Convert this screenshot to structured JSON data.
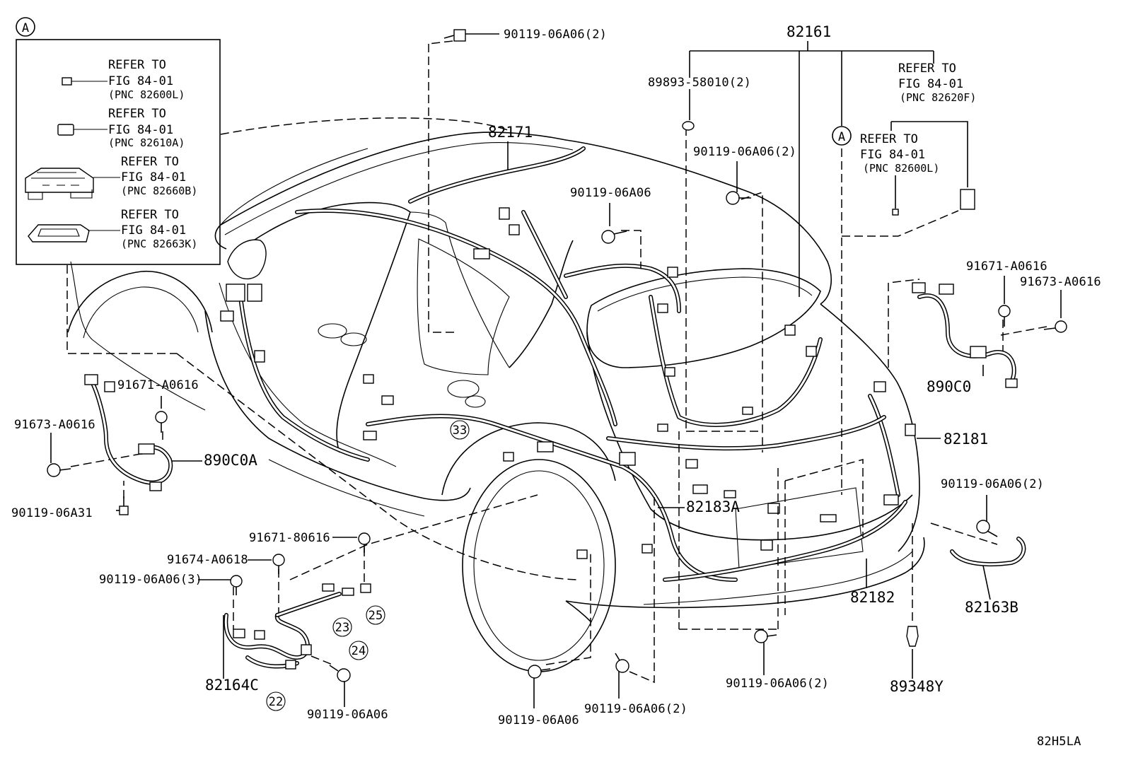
{
  "inset": {
    "badge": "A",
    "items": [
      {
        "line1": "REFER TO",
        "line2": "FIG 84-01",
        "line3": "(PNC 82600L)"
      },
      {
        "line1": "REFER TO",
        "line2": "FIG 84-01",
        "line3": "(PNC 82610A)"
      },
      {
        "line1": "REFER TO",
        "line2": "FIG 84-01",
        "line3": "(PNC 82660B)"
      },
      {
        "line1": "REFER TO",
        "line2": "FIG 84-01",
        "line3": "(PNC 82663K)"
      }
    ]
  },
  "right_refs": [
    {
      "line1": "REFER TO",
      "line2": "FIG 84-01",
      "line3": "(PNC 82620F)"
    },
    {
      "line1": "REFER TO",
      "line2": "FIG 84-01",
      "line3": "(PNC 82600L)"
    }
  ],
  "circle_marker": "A",
  "labels": {
    "p82161": "82161",
    "p82171": "82171",
    "p82181": "82181",
    "p82182": "82182",
    "p82183A": "82183A",
    "p82163B": "82163B",
    "p82164C": "82164C",
    "p890C0": "890C0",
    "p890C0A": "890C0A",
    "p89348Y": "89348Y",
    "p89893": "89893-58010(2)",
    "b_top": "90119-06A06(2)",
    "b_mid": "90119-06A06(2)",
    "b_single": "90119-06A06",
    "b_right": "90119-06A06(2)",
    "b_bottom_c": "90119-06A06(2)",
    "b_bottom_l": "90119-06A06(2)",
    "b_bottom_s": "90119-06A06",
    "b_bottom_s2": "90119-06A06",
    "b_three": "90119-06A06(3)",
    "b_a31": "90119-06A31",
    "c91671_l": "91671-A0616",
    "c91673_l": "91673-A0616",
    "c91671_r": "91671-A0616",
    "c91673_r": "91673-A0616",
    "c91671_80": "91671-80616",
    "c91674": "91674-A0618"
  },
  "callouts": [
    "33",
    "23",
    "24",
    "25",
    "22"
  ],
  "figure_code": "82H5LA"
}
